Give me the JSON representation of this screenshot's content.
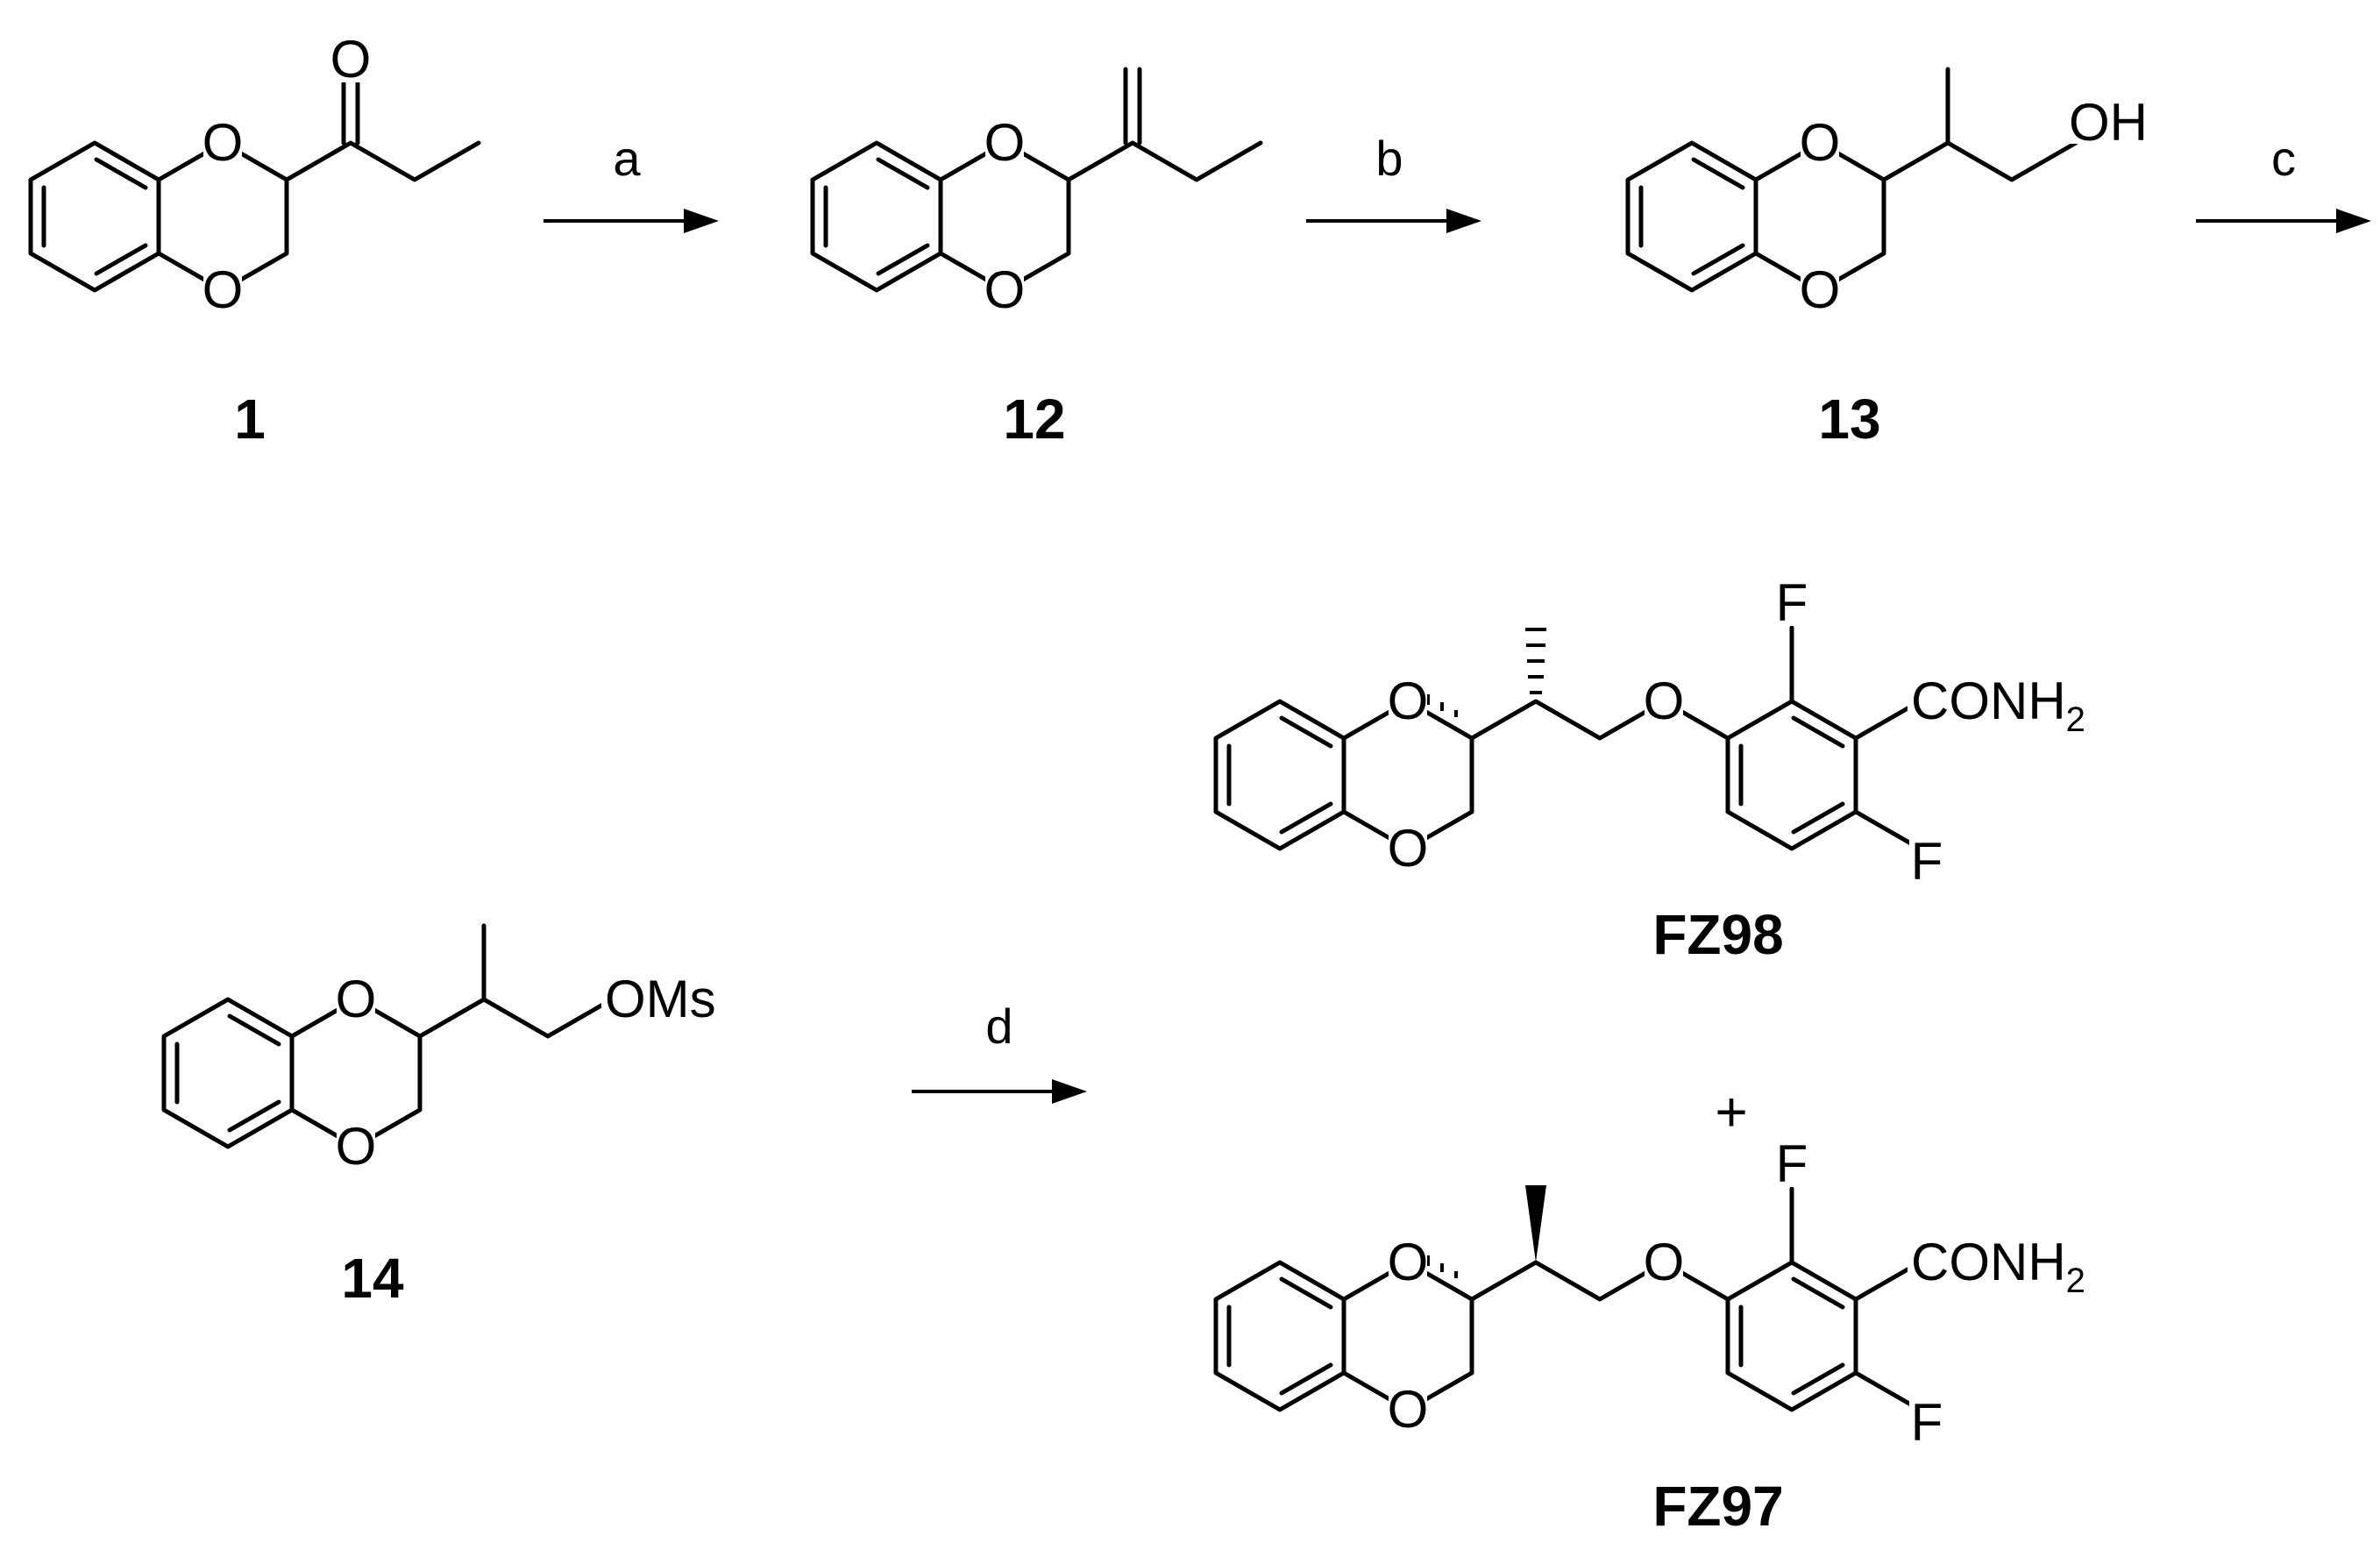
{
  "scheme": {
    "compounds": {
      "c1": {
        "label": "1",
        "atoms": {
          "o_ring_top": "O",
          "o_ring_bottom": "O",
          "o_carbonyl": "O"
        }
      },
      "c12": {
        "label": "12",
        "atoms": {
          "o_ring_top": "O",
          "o_ring_bottom": "O"
        }
      },
      "c13": {
        "label": "13",
        "atoms": {
          "o_ring_top": "O",
          "o_ring_bottom": "O",
          "oh": "OH"
        }
      },
      "c14": {
        "label": "14",
        "atoms": {
          "o_ring_top": "O",
          "o_ring_bottom": "O",
          "oms": "OMs"
        }
      },
      "fz98": {
        "label": "FZ98",
        "atoms": {
          "o_ring_top": "O",
          "o_ring_bottom": "O",
          "o_ether": "O",
          "f_top": "F",
          "f_bottom": "F",
          "amide": "CONH",
          "amide_sub": "2"
        }
      },
      "fz97": {
        "label": "FZ97",
        "atoms": {
          "o_ring_top": "O",
          "o_ring_bottom": "O",
          "o_ether": "O",
          "f_top": "F",
          "f_bottom": "F",
          "amide": "CONH",
          "amide_sub": "2"
        }
      }
    },
    "steps": {
      "a": "a",
      "b": "b",
      "c": "c",
      "d": "d"
    },
    "plus": "+"
  }
}
